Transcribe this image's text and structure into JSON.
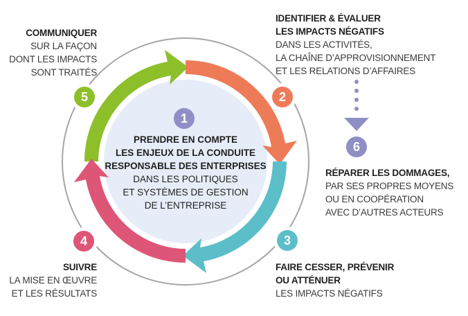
{
  "colors": {
    "green": "#8dbf2a",
    "orange": "#ee7b58",
    "teal": "#5bbec9",
    "pink": "#de5677",
    "purple": "#8f8fc6",
    "center_fill": "#e6ecf8",
    "ring": "#a5a5a5"
  },
  "center": {
    "number": "1",
    "bold_lines": [
      "PRENDRE EN COMPTE",
      "LES ENJEUX DE LA CONDUITE",
      "RESPONSABLE DES ENTERPRISES"
    ],
    "lines": [
      "DANS LES POLITIQUES",
      "ET SYSTÈMES DE GESTION",
      "DE L’ENTREPRISE"
    ]
  },
  "steps": [
    {
      "number": "2",
      "title_lines": [
        "IDENTIFIER & ÉVALUER",
        "LES IMPACTS NÉGATIFS"
      ],
      "lines": [
        "DANS LES ACTIVITÉS,",
        "LA CHAÎNE D’APPROVISIONNEMENT",
        "ET LES RELATIONS D’AFFAIRES"
      ]
    },
    {
      "number": "3",
      "title_lines": [
        "FAIRE CESSER, PRÉVENIR",
        "OU ATTÉNUER"
      ],
      "lines": [
        "LES IMPACTS NÉGATIFS"
      ]
    },
    {
      "number": "4",
      "title_lines": [
        "SUIVRE"
      ],
      "lines": [
        "LA MISE EN ŒUVRE",
        "ET LES RÉSULTATS"
      ]
    },
    {
      "number": "5",
      "title_lines": [
        "COMMUNIQUER"
      ],
      "lines": [
        "SUR LA FAÇON",
        "DONT LES IMPACTS",
        "SONT TRAITÉS"
      ]
    },
    {
      "number": "6",
      "title_lines": [
        "RÉPARER LES DOMMAGES,"
      ],
      "lines": [
        "PAR SES PROPRES MOYENS",
        "OU EN COOPÉRATION",
        "AVEC D’AUTRES ACTEURS"
      ]
    }
  ]
}
